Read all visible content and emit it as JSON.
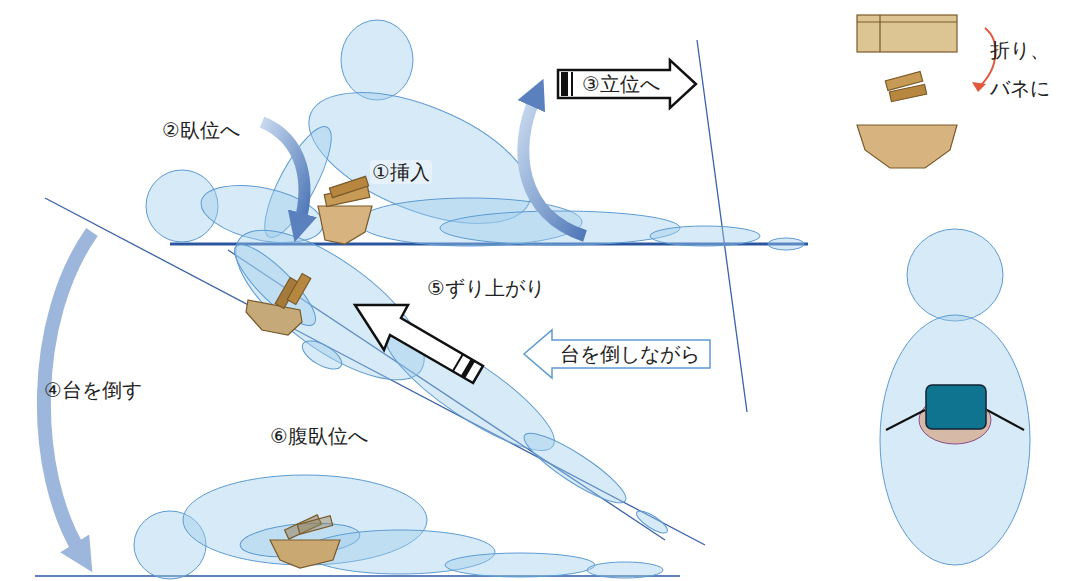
{
  "diagram": {
    "nodes": [
      {
        "text": [
          "③立位へ"
        ]
      },
      {
        "text": [
          "台を倒しながら"
        ]
      }
    ],
    "labels": [
      "折り、",
      "バネに",
      "②臥位へ",
      "①挿入",
      "⑤ずり上がり",
      "④台を倒す",
      "⑥腹臥位へ"
    ]
  }
}
